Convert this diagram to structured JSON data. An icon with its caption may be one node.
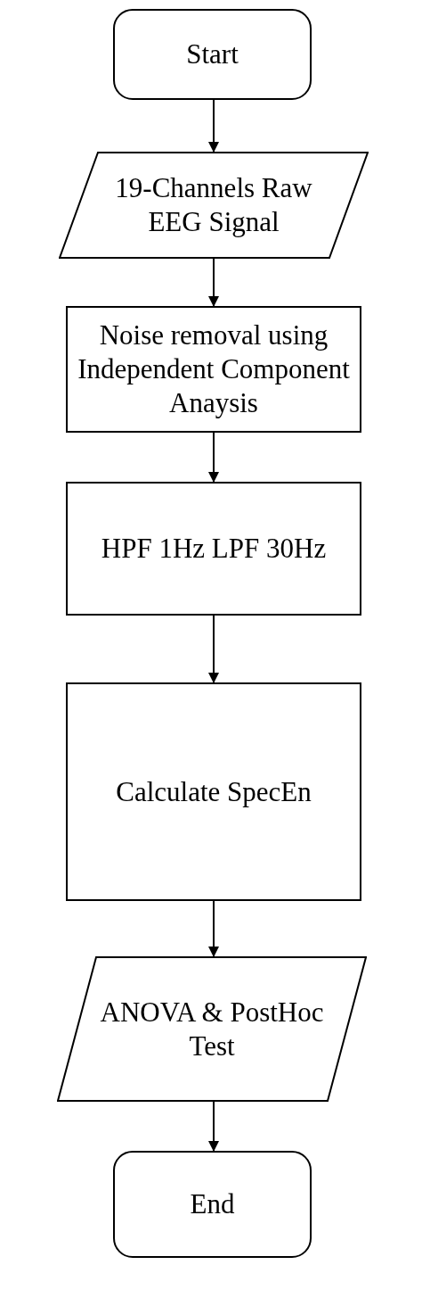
{
  "diagram": {
    "nodes": [
      {
        "text": [
          "Start"
        ]
      },
      {
        "text": [
          "19-Channels Raw EEG Signal"
        ]
      },
      {
        "text": [
          "Noise removal using Independent Component Anaysis"
        ]
      },
      {
        "text": [
          "HPF 1Hz LPF 30Hz"
        ]
      },
      {
        "text": [
          "Calculate SpecEn"
        ]
      },
      {
        "text": [
          "ANOVA & PostHoc Test"
        ]
      },
      {
        "text": [
          "End"
        ]
      }
    ],
    "edges": [
      {
        "from": 0,
        "to": 1,
        "arrow": "to"
      },
      {
        "from": 1,
        "to": 2,
        "arrow": "to"
      },
      {
        "from": 2,
        "to": 3,
        "arrow": "to"
      },
      {
        "from": 3,
        "to": 4,
        "arrow": "to"
      },
      {
        "from": 4,
        "to": 5,
        "arrow": "to"
      },
      {
        "from": 5,
        "to": 6,
        "arrow": "to"
      }
    ]
  }
}
